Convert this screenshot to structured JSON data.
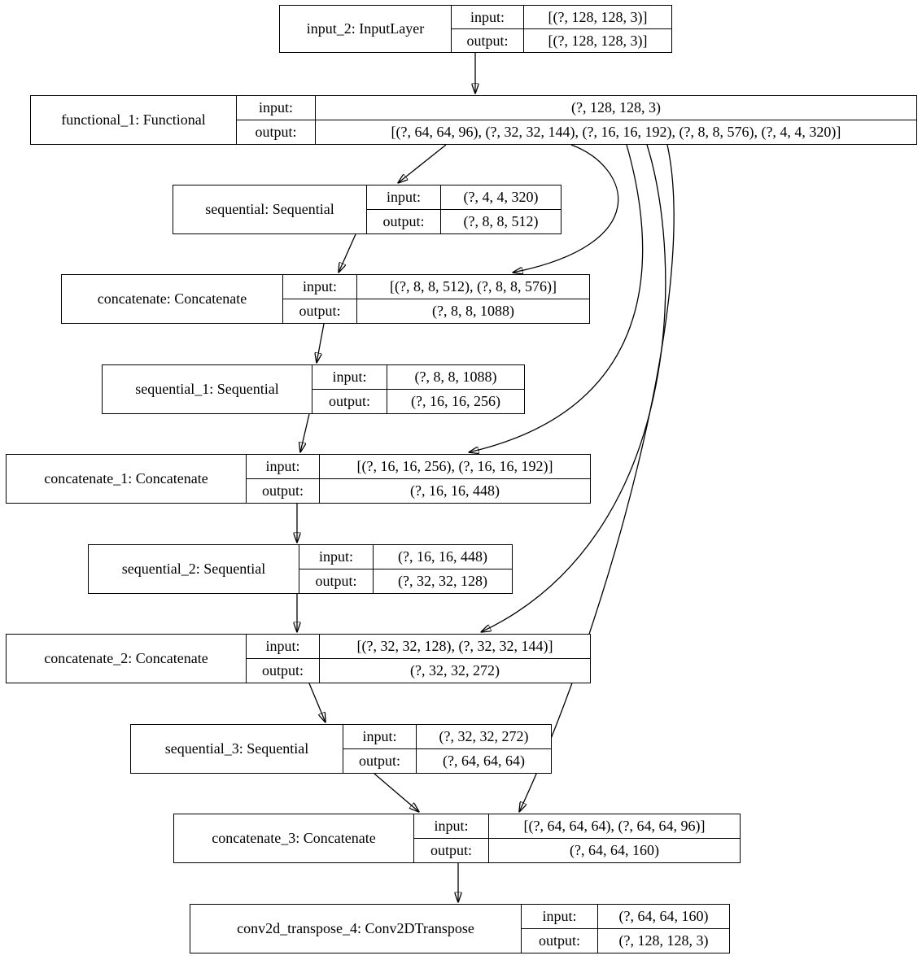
{
  "diagram": {
    "kind": "keras-model-architecture-graph",
    "background": "#ffffff",
    "line_color": "#000000"
  },
  "labels": {
    "input": "input:",
    "output": "output:"
  },
  "nodes": [
    {
      "id": "input_2",
      "title": "input_2: InputLayer",
      "input": "[(?, 128, 128, 3)]",
      "output": "[(?, 128, 128, 3)]"
    },
    {
      "id": "functional_1",
      "title": "functional_1: Functional",
      "input": "(?, 128, 128, 3)",
      "output": "[(?, 64, 64, 96), (?, 32, 32, 144), (?, 16, 16, 192), (?, 8, 8, 576), (?, 4, 4, 320)]"
    },
    {
      "id": "sequential",
      "title": "sequential: Sequential",
      "input": "(?, 4, 4, 320)",
      "output": "(?, 8, 8, 512)"
    },
    {
      "id": "concatenate",
      "title": "concatenate: Concatenate",
      "input": "[(?, 8, 8, 512), (?, 8, 8, 576)]",
      "output": "(?, 8, 8, 1088)"
    },
    {
      "id": "sequential_1",
      "title": "sequential_1: Sequential",
      "input": "(?, 8, 8, 1088)",
      "output": "(?, 16, 16, 256)"
    },
    {
      "id": "concatenate_1",
      "title": "concatenate_1: Concatenate",
      "input": "[(?, 16, 16, 256), (?, 16, 16, 192)]",
      "output": "(?, 16, 16, 448)"
    },
    {
      "id": "sequential_2",
      "title": "sequential_2: Sequential",
      "input": "(?, 16, 16, 448)",
      "output": "(?, 32, 32, 128)"
    },
    {
      "id": "concatenate_2",
      "title": "concatenate_2: Concatenate",
      "input": "[(?, 32, 32, 128), (?, 32, 32, 144)]",
      "output": "(?, 32, 32, 272)"
    },
    {
      "id": "sequential_3",
      "title": "sequential_3: Sequential",
      "input": "(?, 32, 32, 272)",
      "output": "(?, 64, 64, 64)"
    },
    {
      "id": "concatenate_3",
      "title": "concatenate_3: Concatenate",
      "input": "[(?, 64, 64, 64), (?, 64, 64, 96)]",
      "output": "(?, 64, 64, 160)"
    },
    {
      "id": "conv2d_transpose_4",
      "title": "conv2d_transpose_4: Conv2DTranspose",
      "input": "(?, 64, 64, 160)",
      "output": "(?, 128, 128, 3)"
    }
  ],
  "edges": [
    {
      "from": "input_2",
      "to": "functional_1"
    },
    {
      "from": "functional_1",
      "to": "sequential"
    },
    {
      "from": "functional_1",
      "to": "concatenate"
    },
    {
      "from": "functional_1",
      "to": "concatenate_1"
    },
    {
      "from": "functional_1",
      "to": "concatenate_2"
    },
    {
      "from": "functional_1",
      "to": "concatenate_3"
    },
    {
      "from": "sequential",
      "to": "concatenate"
    },
    {
      "from": "concatenate",
      "to": "sequential_1"
    },
    {
      "from": "sequential_1",
      "to": "concatenate_1"
    },
    {
      "from": "concatenate_1",
      "to": "sequential_2"
    },
    {
      "from": "sequential_2",
      "to": "concatenate_2"
    },
    {
      "from": "concatenate_2",
      "to": "sequential_3"
    },
    {
      "from": "sequential_3",
      "to": "concatenate_3"
    },
    {
      "from": "concatenate_3",
      "to": "conv2d_transpose_4"
    }
  ]
}
